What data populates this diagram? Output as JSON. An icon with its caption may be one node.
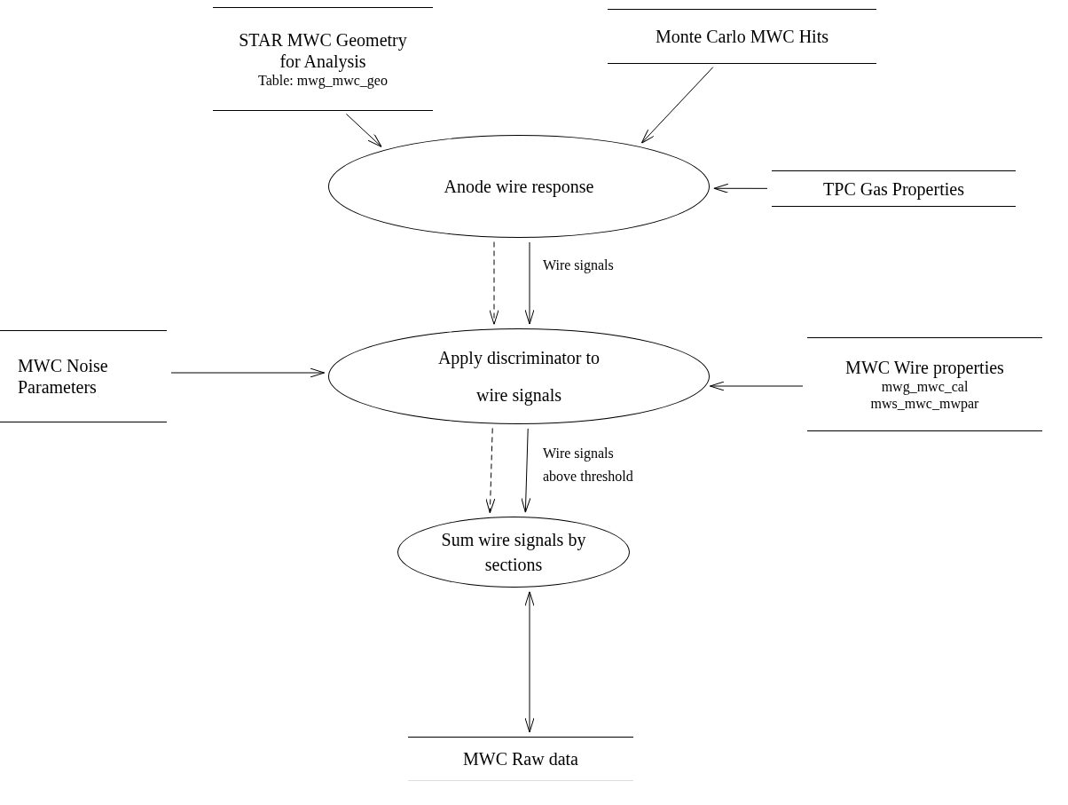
{
  "diagram": {
    "nodes": [
      {
        "text": [
          "STAR MWC Geometry for Analysis",
          "Table: mwg_mwc_geo"
        ]
      },
      {
        "text": [
          "Monte Carlo MWC Hits"
        ]
      },
      {
        "text": [
          "Anode wire response"
        ]
      },
      {
        "text": [
          "TPC Gas Properties"
        ]
      },
      {
        "text": [
          "MWC Noise Parameters"
        ]
      },
      {
        "text": [
          "Apply discriminator to wire signals"
        ]
      },
      {
        "text": [
          "MWC Wire properties",
          "mwg_mwc_cal",
          "mws_mwc_mwpar"
        ]
      },
      {
        "text": [
          "Sum wire signals by sections"
        ]
      },
      {
        "text": [
          "MWC Raw data"
        ]
      }
    ],
    "edges": [
      {
        "from": 0,
        "to": 2,
        "arrow": "to"
      },
      {
        "from": 1,
        "to": 2,
        "arrow": "to"
      },
      {
        "from": 3,
        "to": 2,
        "arrow": "to"
      },
      {
        "from": 2,
        "to": 5,
        "arrow": "to",
        "style": "dashed"
      },
      {
        "from": 2,
        "to": 5,
        "arrow": "to",
        "label": "Wire signals"
      },
      {
        "from": 4,
        "to": 5,
        "arrow": "to"
      },
      {
        "from": 6,
        "to": 5,
        "arrow": "to"
      },
      {
        "from": 5,
        "to": 7,
        "arrow": "to",
        "style": "dashed"
      },
      {
        "from": 5,
        "to": 7,
        "arrow": "to",
        "label": "Wire signals above threshold"
      },
      {
        "from": 7,
        "to": 8,
        "arrow": "both"
      }
    ]
  }
}
